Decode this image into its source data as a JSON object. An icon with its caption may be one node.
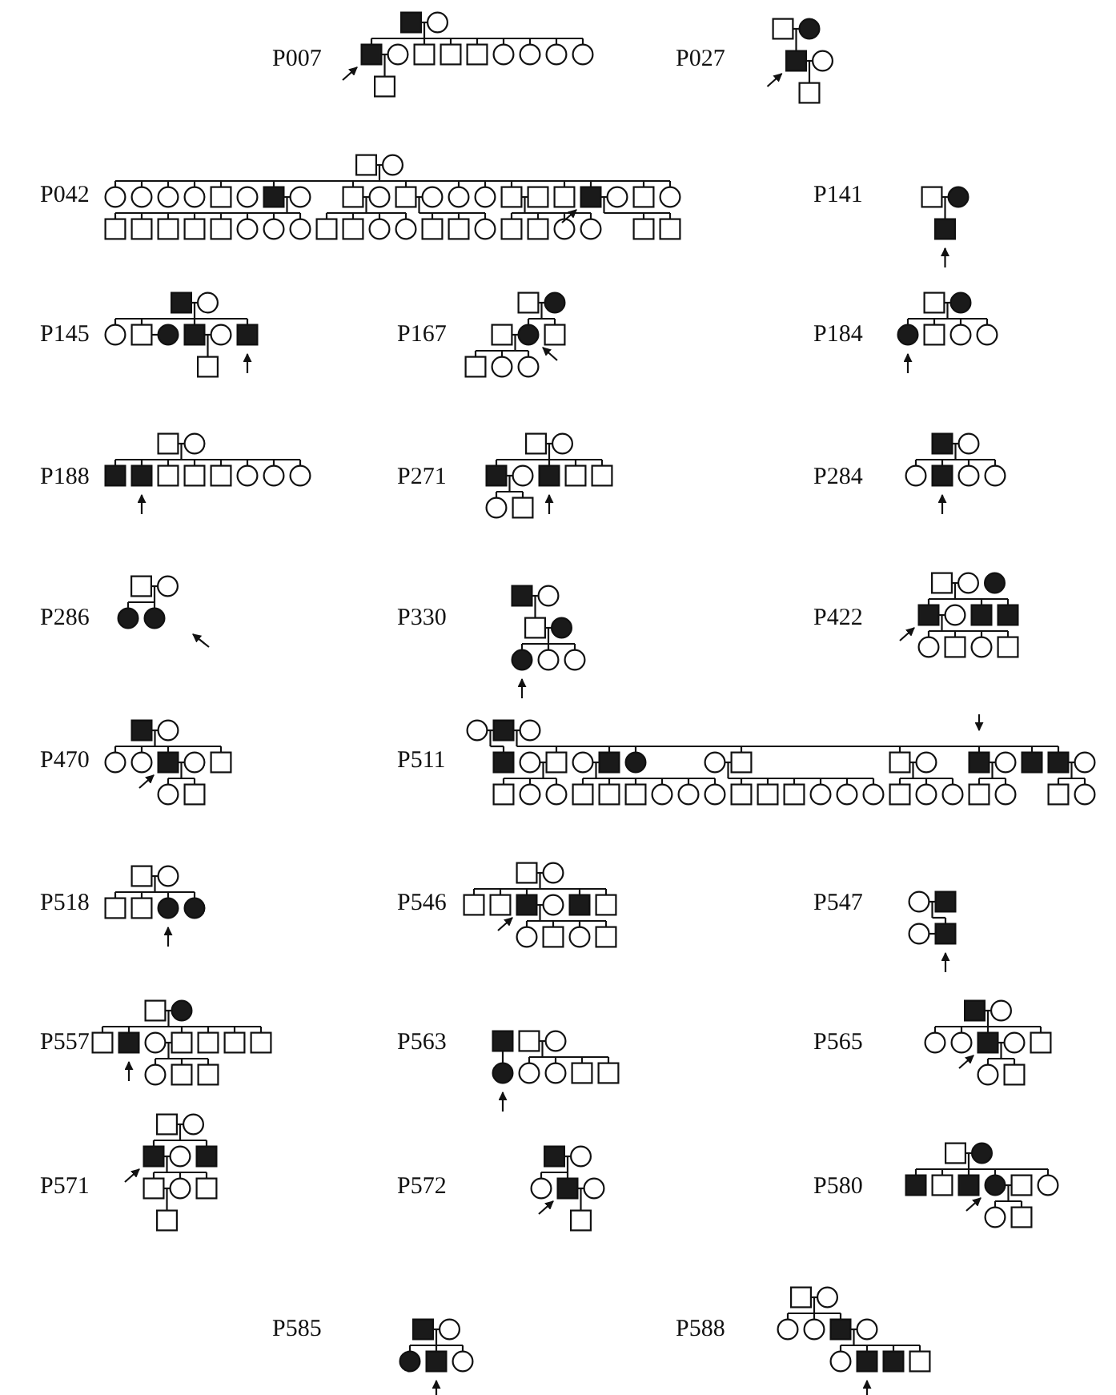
{
  "diagram": {
    "labels": [
      "P007",
      "P027",
      "P042",
      "P141",
      "P145",
      "P167",
      "P184",
      "P188",
      "P271",
      "P284",
      "P286",
      "P330",
      "P422",
      "P470",
      "P511",
      "P518",
      "P546",
      "P547",
      "P557",
      "P563",
      "P565",
      "P571",
      "P572",
      "P580",
      "P585",
      "P588"
    ]
  }
}
